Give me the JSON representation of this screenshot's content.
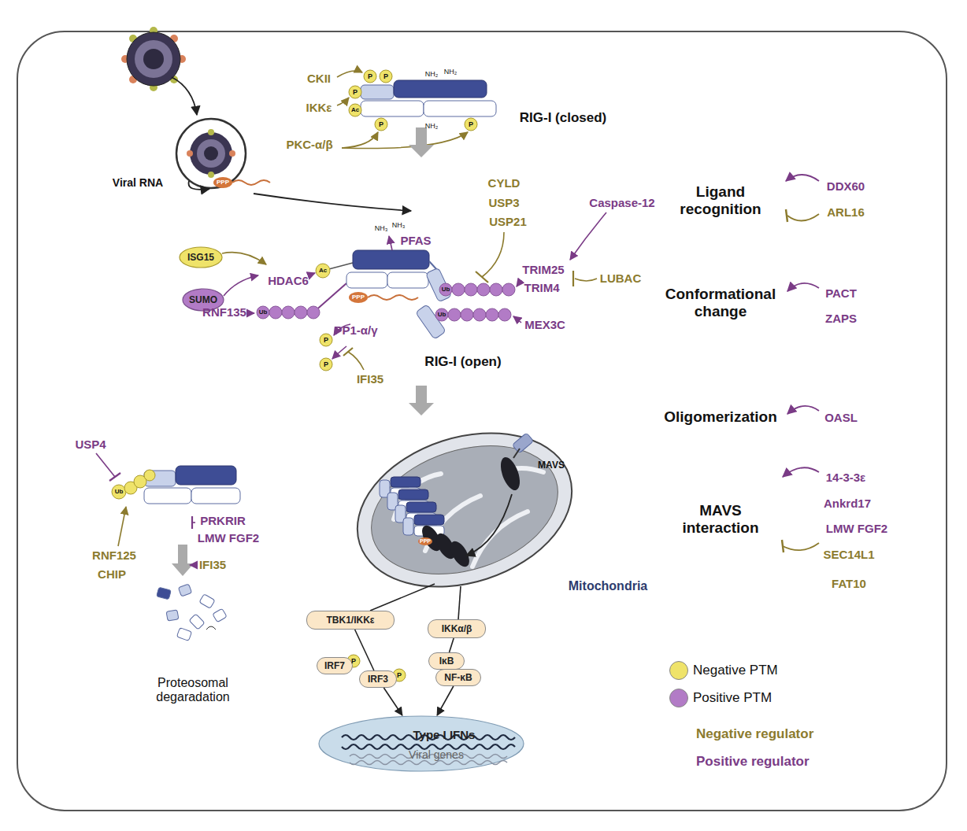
{
  "diagram": {
    "nodes": [
      {
        "text": [
          "ISG15"
        ]
      },
      {
        "text": [
          "SUMO"
        ]
      },
      {
        "text": [
          "TBK1/IKKε"
        ]
      },
      {
        "text": [
          "IKKα/β"
        ]
      },
      {
        "text": [
          "IRF7"
        ]
      },
      {
        "text": [
          "IRF3"
        ]
      },
      {
        "text": [
          "IκB"
        ]
      },
      {
        "text": [
          "NF-κB"
        ]
      },
      {
        "text": [
          "Type I IFNs",
          "Viral genes"
        ]
      }
    ],
    "edges": [
      {
        "from": 2,
        "to": 5,
        "arrow": "none"
      },
      {
        "from": 3,
        "to": 6,
        "arrow": "none"
      },
      {
        "from": 5,
        "to": 8,
        "arrow": "to"
      },
      {
        "from": 7,
        "to": 8,
        "arrow": "to"
      }
    ],
    "labels": [
      "CKII",
      "IKKε",
      "PKC-α/β",
      "RIG-I (closed)",
      "Viral RNA",
      "PPP",
      "P",
      "P",
      "P",
      "Ac",
      "P",
      "P",
      "NH₂",
      "NH₂",
      "NH₂",
      "CYLD",
      "USP3",
      "USP21",
      "Caspase-12",
      "TRIM25",
      "TRIM4",
      "LUBAC",
      "MEX3C",
      "HDAC6",
      "Ac",
      "PFAS",
      "NH₃",
      "NH₃",
      "RNF135",
      "Ub",
      "Ub",
      "Ub",
      "PPP",
      "PP1-α/γ",
      "P",
      "P",
      "IFI35",
      "RIG-I (open)",
      "USP4",
      "Ub",
      "PRKRIR",
      "LMW FGF2",
      "RNF125",
      "CHIP",
      "IFI35",
      "Proteosomal degaradation",
      "MAVS",
      "PPP",
      "Mitochondria",
      "P",
      "P",
      "Ligand recognition",
      "DDX60",
      "ARL16",
      "Conformational change",
      "PACT",
      "ZAPS",
      "Oligomerization",
      "OASL",
      "MAVS interaction",
      "14-3-3ε",
      "Ankrd17",
      "LMW FGF2",
      "SEC14L1",
      "FAT10"
    ],
    "legend": [
      {
        "text": "Negative PTM",
        "color": "#efe36a"
      },
      {
        "text": "Positive PTM",
        "color": "#b27bc6"
      },
      {
        "text": "Negative regulator"
      },
      {
        "text": "Positive regulator"
      }
    ]
  }
}
